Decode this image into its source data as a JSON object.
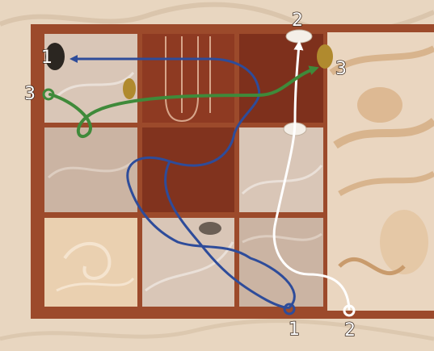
{
  "board": {
    "rows": 3,
    "cols": 4,
    "colors": {
      "background": "#e8d6c0",
      "frame": "#9c4a2b",
      "tile_light": "#d9c6b7",
      "tile_pale": "#cbb4a3",
      "tile_dark": "#8e3a22",
      "tile_sand": "#ead0b0",
      "dragon_panel": "#ead6c0"
    }
  },
  "paths": [
    {
      "id": "blue",
      "color": "#2e4c9a",
      "start_label": "1",
      "end_label": "1"
    },
    {
      "id": "white",
      "color": "#ffffff",
      "start_label": "2",
      "end_label": "2"
    },
    {
      "id": "green",
      "color": "#3f8a3a",
      "start_label": "3",
      "end_label": "3"
    }
  ],
  "stones": [
    {
      "color": "#2b2621",
      "name": "black-stone"
    },
    {
      "color": "#b08a2e",
      "name": "gold-stone"
    },
    {
      "color": "#f4efe8",
      "name": "white-stone"
    },
    {
      "color": "#6b5f55",
      "name": "gray-stone"
    }
  ]
}
